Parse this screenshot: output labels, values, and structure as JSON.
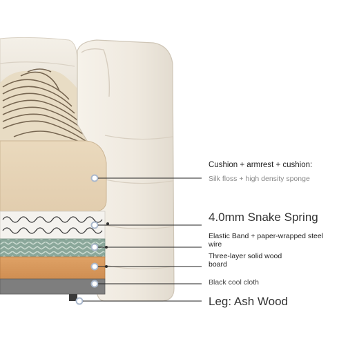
{
  "labels": {
    "cushion_title": "Cushion + armrest + cushion:",
    "cushion_detail": "Silk floss + high density sponge",
    "spring": "4.0mm Snake Spring",
    "elastic_band": "Elastic Band + paper-wrapped steel wire",
    "wood_board": "Three-layer solid wood board",
    "cloth": "Black cool cloth",
    "leg": "Leg: Ash Wood"
  },
  "colors": {
    "sofa_leather": "#f2ede4",
    "foam": "#e6d3b6",
    "spring_band": "#f4f2ee",
    "elastic_band": "#8aa79a",
    "wood_board": "#d99a5e",
    "cloth": "#7e7e7e",
    "marker": "#aab8cc"
  }
}
